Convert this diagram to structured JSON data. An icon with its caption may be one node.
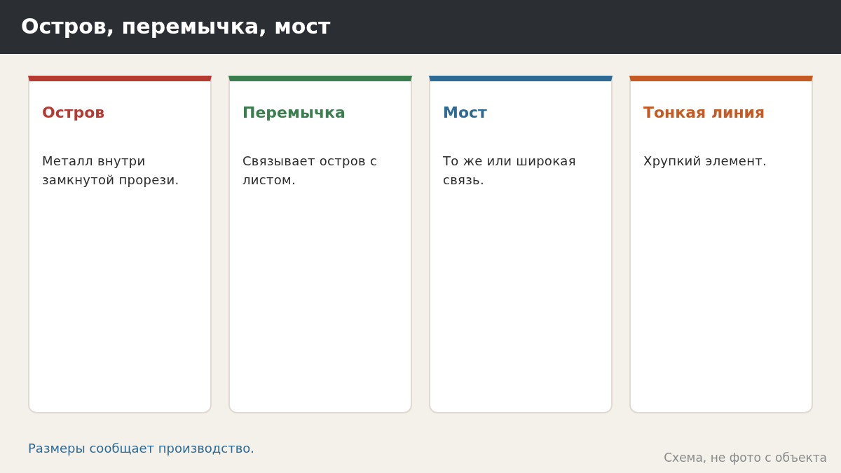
{
  "diagram": {
    "title": "Остров, перемычка, мост",
    "nodes": [
      {
        "text": [
          "Остров",
          "Металл внутри замкнутой прорези."
        ]
      },
      {
        "text": [
          "Перемычка",
          "Связывает остров с листом."
        ]
      },
      {
        "text": [
          "Мост",
          "То же или широкая связь."
        ]
      },
      {
        "text": [
          "Тонкая линия",
          "Хрупкий элемент."
        ]
      }
    ],
    "edges": [],
    "labels": [
      "Размеры сообщает производство.",
      "Схема, не фото с объекта"
    ]
  }
}
